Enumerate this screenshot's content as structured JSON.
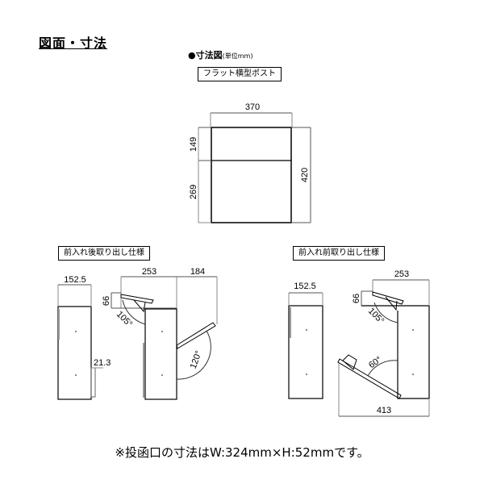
{
  "page_title": "図面・寸法",
  "section": {
    "label": "●寸法図",
    "unit": "(単位mm)"
  },
  "product_name": "フラット横型ポスト",
  "front_view": {
    "width": "370",
    "height_total": "420",
    "height_top": "149",
    "height_bottom": "269"
  },
  "rear_take_out": {
    "label": "前入れ後取り出し仕様",
    "depth": "152.5",
    "handle_depth": "21.3",
    "lid_clearance": "253",
    "door_extension": "184",
    "lid_height": "66",
    "lid_angle": "105°",
    "door_angle": "120°"
  },
  "front_take_out": {
    "label": "前入れ前取り出し仕様",
    "depth": "152.5",
    "lid_clearance": "253",
    "lid_height": "66",
    "lid_angle": "105°",
    "door_angle": "60°",
    "door_extension": "413"
  },
  "note": "※投函口の寸法はW:324mm×H:52mmです。"
}
